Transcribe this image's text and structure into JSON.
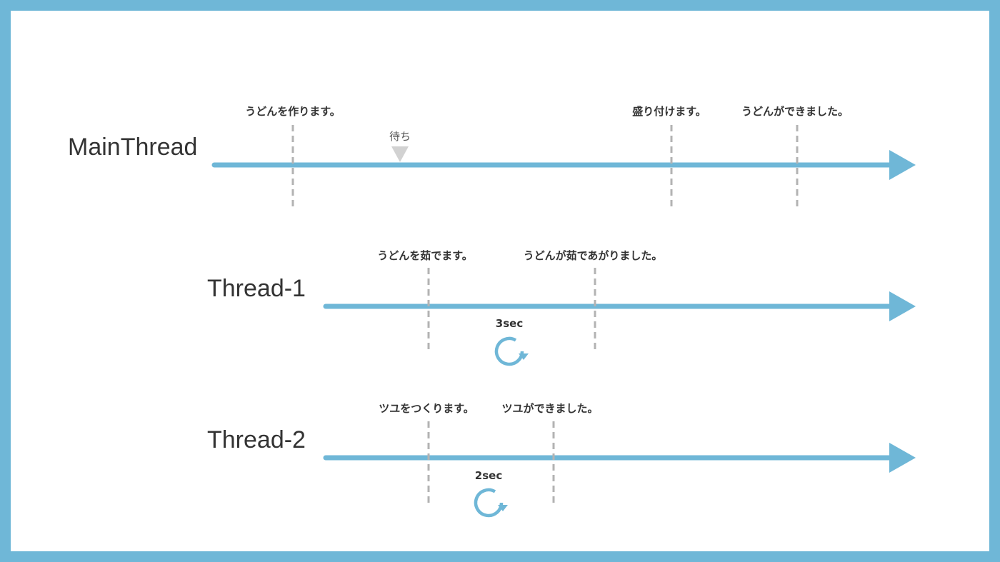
{
  "colors": {
    "frame": "#6fb7d7",
    "timeline": "#6fb7d7",
    "marker": "#b3b3b3",
    "text": "#333333",
    "wait_marker": "#d2d2d2"
  },
  "lanes": [
    {
      "label": "MainThread",
      "events": [
        {
          "label": "うどんを作ります。"
        },
        {
          "label": "盛り付けます。"
        },
        {
          "label": "うどんができました。"
        }
      ],
      "wait": {
        "label": "待ち"
      }
    },
    {
      "label": "Thread-1",
      "events": [
        {
          "label": "うどんを茹でます。"
        },
        {
          "label": "うどんが茹であがりました。"
        }
      ],
      "duration": {
        "label": "3sec",
        "icon": "refresh-icon"
      }
    },
    {
      "label": "Thread-2",
      "events": [
        {
          "label": "ツユをつくります。"
        },
        {
          "label": "ツユができました。"
        }
      ],
      "duration": {
        "label": "2sec",
        "icon": "refresh-icon"
      }
    }
  ]
}
